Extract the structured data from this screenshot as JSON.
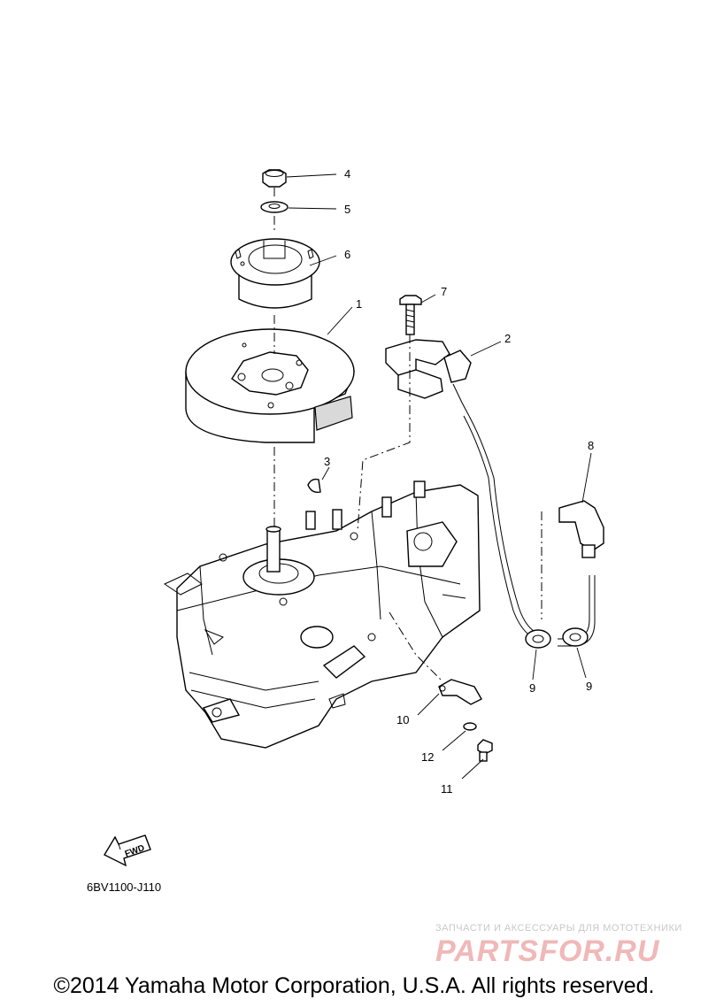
{
  "callouts": {
    "c1": "1",
    "c2": "2",
    "c3": "3",
    "c4": "4",
    "c5": "5",
    "c6": "6",
    "c7": "7",
    "c8": "8",
    "c9a": "9",
    "c9b": "9",
    "c10": "10",
    "c11": "11",
    "c12": "12"
  },
  "fwd_label": "FWD",
  "drawing_code": "6BV1100-J110",
  "watermark": {
    "subtitle": "ЗАПЧАСТИ И АКСЕССУАРЫ ДЛЯ МОТОТЕХНИКИ",
    "logo": "PARTSFOR.RU"
  },
  "copyright": "©2014 Yamaha Motor Corporation, U.S.A. All rights reserved."
}
